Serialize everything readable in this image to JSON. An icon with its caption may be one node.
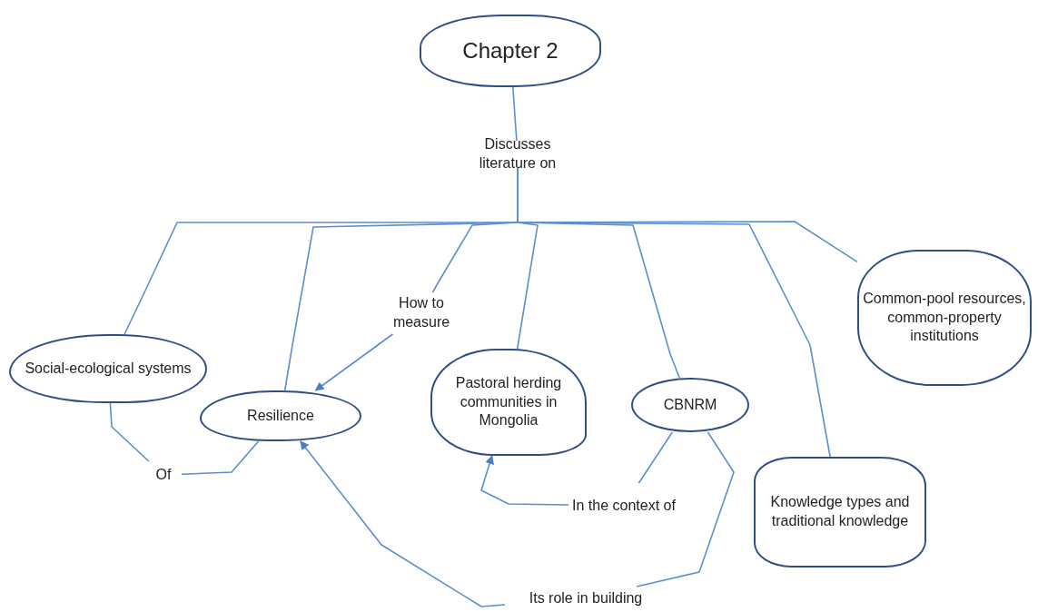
{
  "diagram": {
    "nodes": [
      {
        "text": [
          "Chapter 2"
        ]
      },
      {
        "text": [
          "Discusses literature on"
        ]
      },
      {
        "text": [
          "Social-ecological systems"
        ]
      },
      {
        "text": [
          "Resilience"
        ]
      },
      {
        "text": [
          "How to measure"
        ]
      },
      {
        "text": [
          "Pastoral herding communities in Mongolia"
        ]
      },
      {
        "text": [
          "CBNRM"
        ]
      },
      {
        "text": [
          "Common-pool resources, common-property institutions"
        ]
      },
      {
        "text": [
          "Of"
        ]
      },
      {
        "text": [
          "In the context of"
        ]
      },
      {
        "text": [
          "Knowledge types and traditional knowledge"
        ]
      },
      {
        "text": [
          "Its role in building"
        ]
      }
    ],
    "edges": [
      {
        "from": 0,
        "to": 1,
        "arrow": "none"
      },
      {
        "from": 1,
        "to": 2,
        "arrow": "none"
      },
      {
        "from": 1,
        "to": 3,
        "arrow": "none"
      },
      {
        "from": 1,
        "to": 4,
        "arrow": "none"
      },
      {
        "from": 1,
        "to": 5,
        "arrow": "none"
      },
      {
        "from": 1,
        "to": 6,
        "arrow": "none"
      },
      {
        "from": 1,
        "to": 10,
        "arrow": "none"
      },
      {
        "from": 1,
        "to": 7,
        "arrow": "none"
      },
      {
        "from": 4,
        "to": 3,
        "arrow": "to"
      },
      {
        "from": 2,
        "to": 8,
        "arrow": "none"
      },
      {
        "from": 8,
        "to": 3,
        "arrow": "none"
      },
      {
        "from": 6,
        "to": 9,
        "arrow": "none"
      },
      {
        "from": 9,
        "to": 5,
        "arrow": "to"
      },
      {
        "from": 6,
        "to": 11,
        "arrow": "none"
      },
      {
        "from": 11,
        "to": 3,
        "arrow": "to"
      }
    ]
  }
}
